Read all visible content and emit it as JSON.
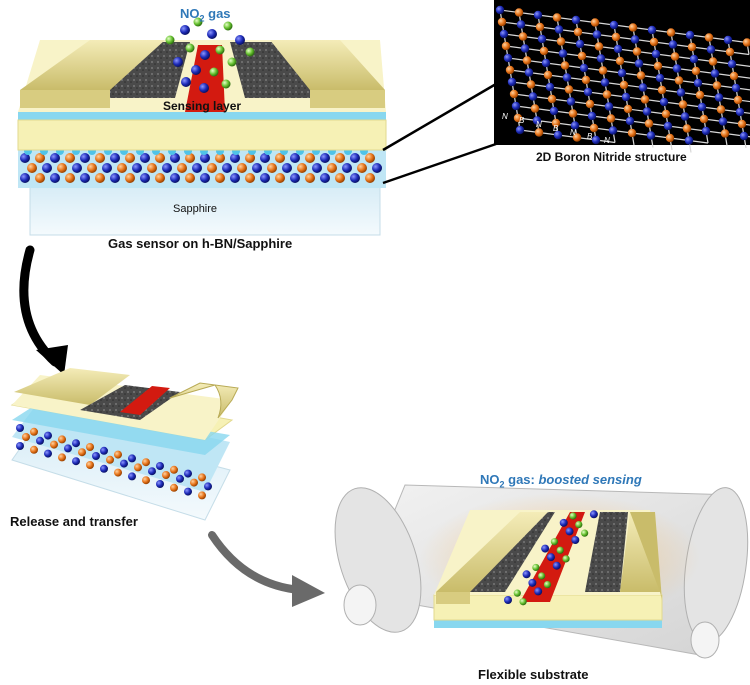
{
  "top_sensor": {
    "gas_label_prefix": "NO",
    "gas_label_sub": "2",
    "gas_label_suffix": " gas",
    "sensing_layer": "Sensing layer",
    "substrate": "Sapphire",
    "caption": "Gas sensor on h-BN/Sapphire"
  },
  "inset": {
    "caption": "2D Boron Nitride structure",
    "atom_labels": [
      "N",
      "B",
      "N",
      "B",
      "N",
      "B",
      "N"
    ]
  },
  "middle": {
    "caption": "Release and transfer"
  },
  "bottom": {
    "gas_label_prefix": "NO",
    "gas_label_sub": "2",
    "gas_label_suffix": " gas: ",
    "gas_label_emph": "boosted sensing",
    "caption": "Flexible substrate"
  },
  "colors": {
    "electrode": "#e9e0a3",
    "sensing": "#f6f1b5",
    "channel": "#d31a10",
    "graphite": "#4a4a4a",
    "hbn_blue": "#1d2bb8",
    "hbn_orange": "#e7741a",
    "gas_green": "#65c02e",
    "sapphire": "#e3f1f8",
    "label_blue": "#2f78b8"
  }
}
